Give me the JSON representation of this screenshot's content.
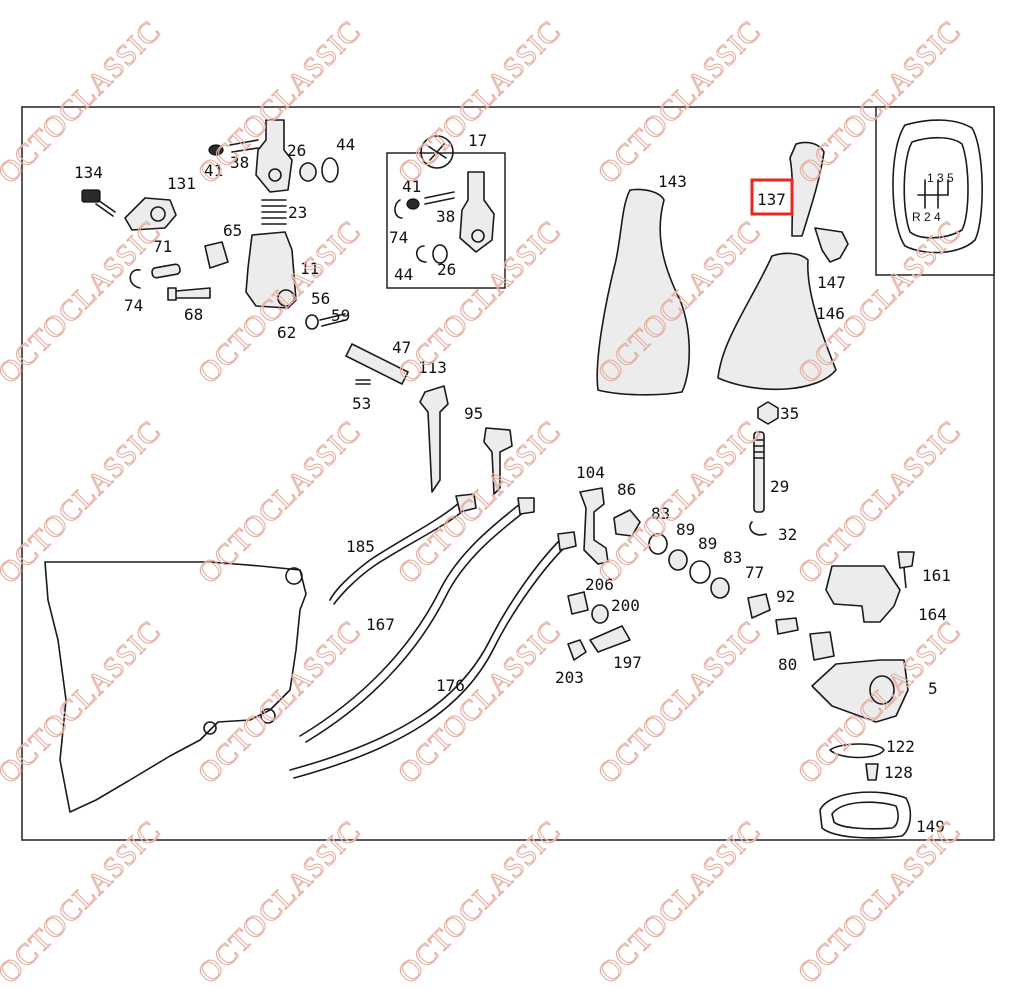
{
  "watermark": "OCTOCLASSIC",
  "highlight": {
    "part": "137",
    "color": "#e8271b"
  },
  "shift_pattern": {
    "top": "1 3 5",
    "bottom": "R 2 4"
  },
  "callouts": [
    "134",
    "131",
    "71",
    "74",
    "41",
    "38",
    "26",
    "44",
    "23",
    "65",
    "11",
    "68",
    "56",
    "59",
    "62",
    "17",
    "47",
    "113",
    "53",
    "95",
    "143",
    "137",
    "147",
    "146",
    "35",
    "29",
    "32",
    "104",
    "86",
    "83",
    "89",
    "89",
    "83",
    "77",
    "92",
    "80",
    "161",
    "164",
    "5",
    "185",
    "167",
    "176",
    "206",
    "200",
    "197",
    "203",
    "122",
    "128",
    "149",
    "41",
    "38",
    "74",
    "44",
    "26"
  ]
}
